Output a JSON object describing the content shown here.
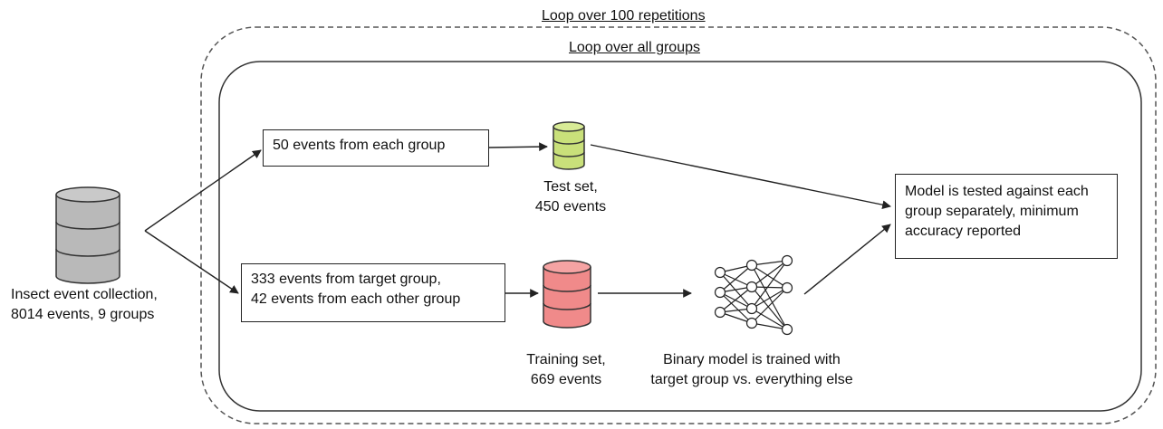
{
  "outer_loop": {
    "title": "Loop over 100 repetitions"
  },
  "inner_loop": {
    "title": "Loop over all groups"
  },
  "source": {
    "line1": "Insect event collection,",
    "line2": "8014 events, 9 groups"
  },
  "test_sampling": {
    "label": "50 events from each group"
  },
  "training_sampling": {
    "line1": "333 events from target group,",
    "line2": "42 events from each other group"
  },
  "test_set": {
    "line1": "Test set,",
    "line2": "450 events",
    "color": "#c9e07a"
  },
  "training_set": {
    "line1": "Training set,",
    "line2": "669 events",
    "color": "#f08a8a"
  },
  "model": {
    "line1": "Binary model is trained with",
    "line2": "target group vs. everything else"
  },
  "result": {
    "line1": "Model is tested against each",
    "line2": "group separately, minimum",
    "line3": "accuracy reported"
  },
  "source_db_color": "#b9b9b9",
  "icons": [
    "database-icon",
    "neural-network-icon"
  ]
}
